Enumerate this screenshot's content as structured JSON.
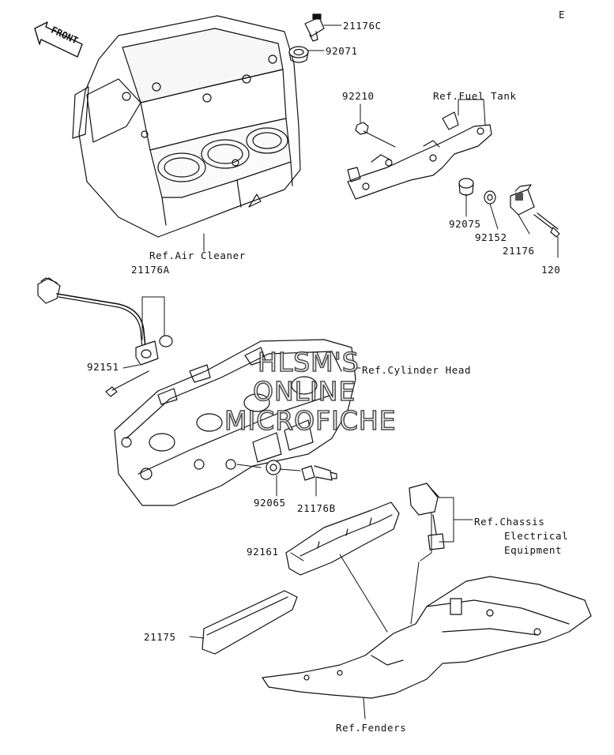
{
  "page_code": "E",
  "front_arrow_label": "FRONT",
  "part_labels": {
    "p21176C": "21176C",
    "p92071": "92071",
    "p92210": "92210",
    "p92075": "92075",
    "p92152": "92152",
    "p21176": "21176",
    "p120": "120",
    "p21176A": "21176A",
    "p92151": "92151",
    "p92065": "92065",
    "p21176B": "21176B",
    "p92161": "92161",
    "p21175": "21175"
  },
  "ref_labels": {
    "fuel_tank": "Ref.Fuel Tank",
    "air_cleaner": "Ref.Air Cleaner",
    "cylinder_head": "Ref.Cylinder Head",
    "chassis_line1": "Ref.Chassis",
    "chassis_line2": "Electrical",
    "chassis_line3": "Equipment",
    "fenders": "Ref.Fenders"
  },
  "watermark": {
    "line1": "HLSM'S",
    "line2": "ONLINE",
    "line3": "MICROFICHE"
  }
}
